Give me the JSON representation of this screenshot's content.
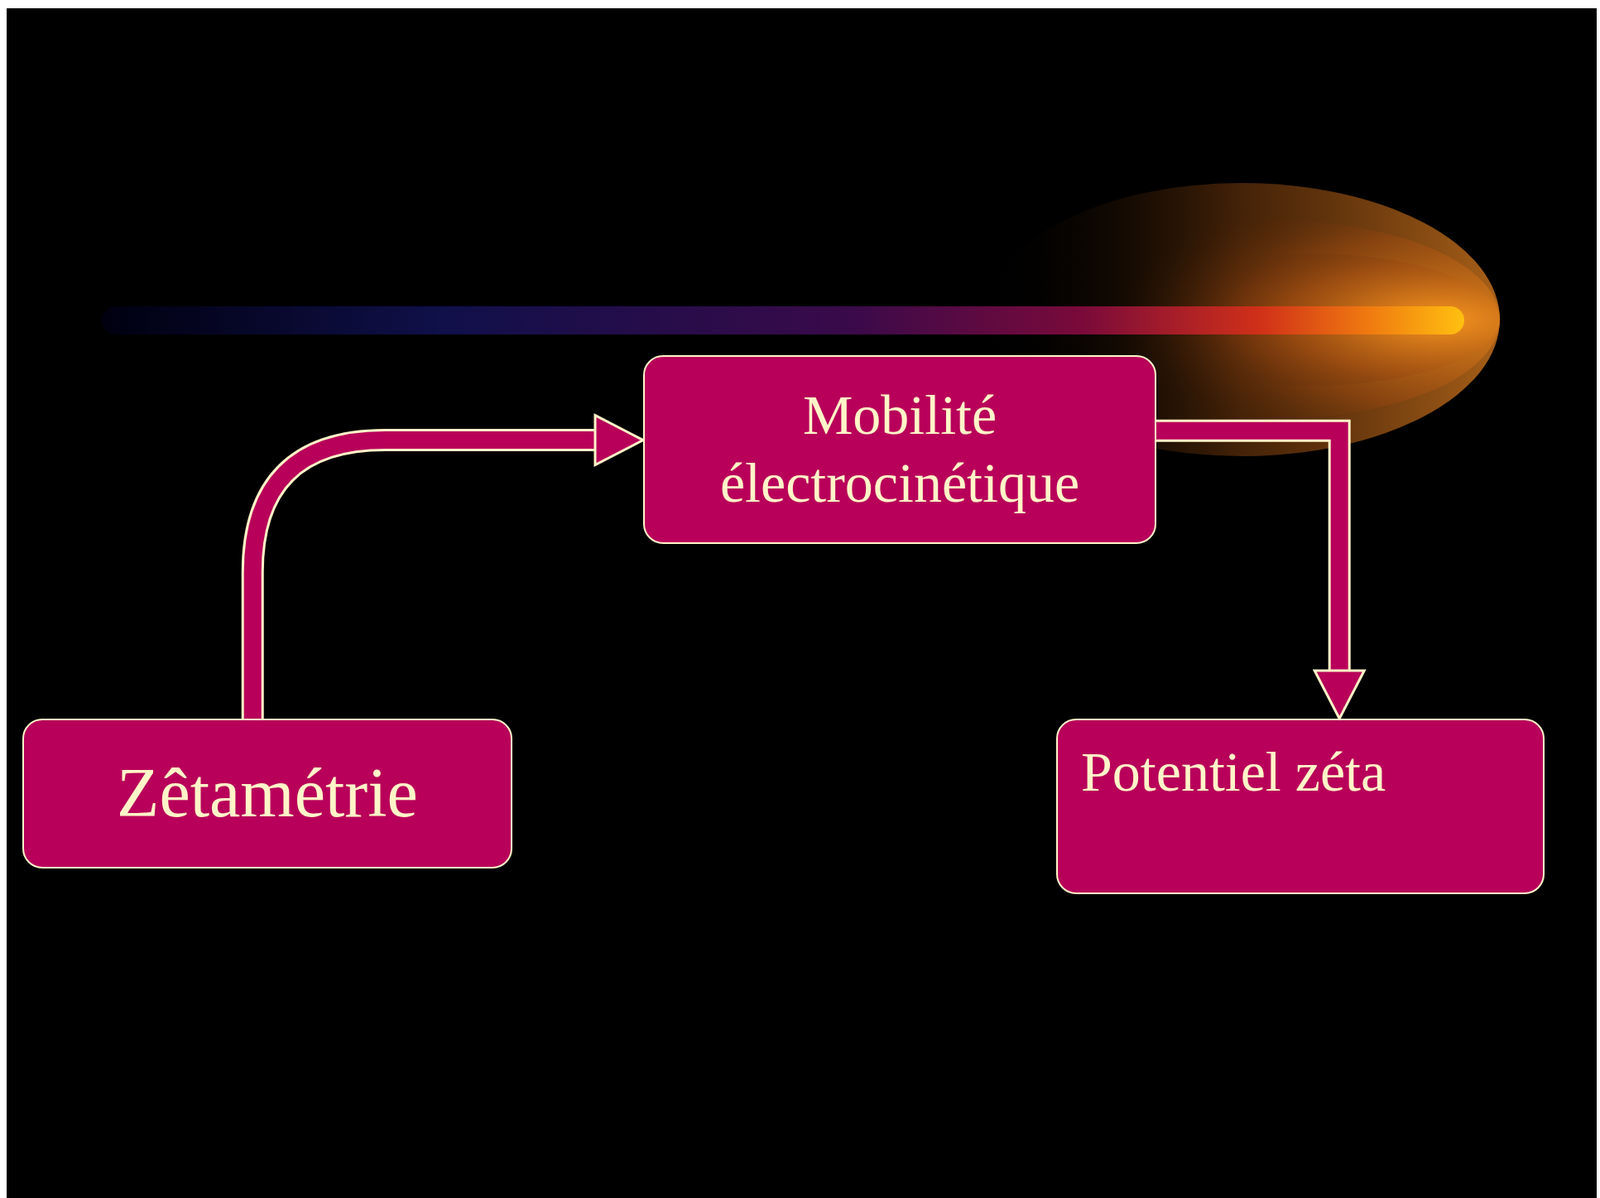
{
  "diagram": {
    "nodes": [
      {
        "text": [
          "Mobilité électrocinétique"
        ]
      },
      {
        "text": [
          "Zêtamétrie"
        ]
      },
      {
        "text": [
          "Potentiel zéta"
        ]
      }
    ],
    "edges": [
      {
        "from": 1,
        "to": 0,
        "arrow": "to"
      },
      {
        "from": 0,
        "to": 2,
        "arrow": "to"
      }
    ]
  }
}
